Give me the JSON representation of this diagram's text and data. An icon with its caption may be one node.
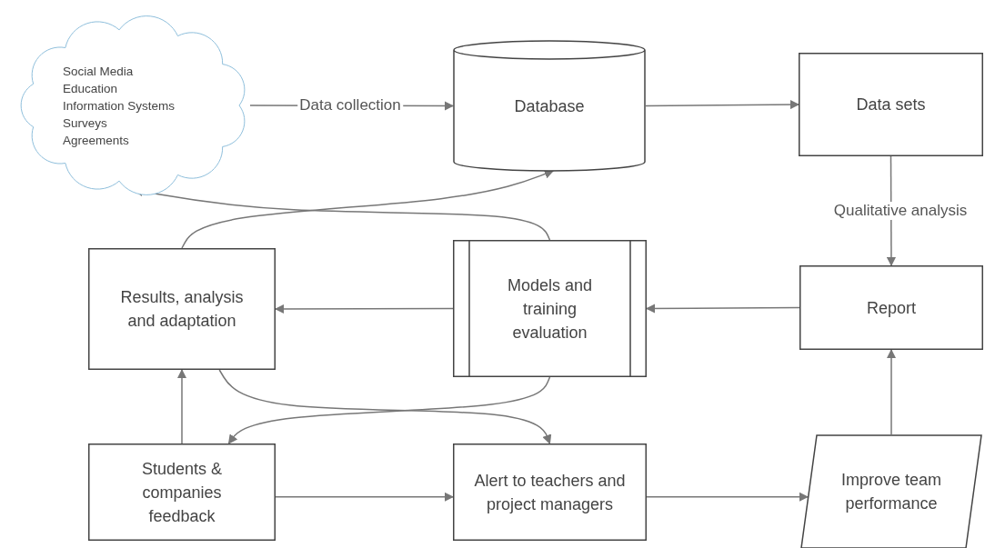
{
  "diagram": {
    "nodes": [
      {
        "text": [
          "Social Media",
          "Education",
          "Information Systems",
          "Surveys",
          "Agreements"
        ]
      },
      {
        "text": [
          "Database"
        ]
      },
      {
        "text": [
          "Data sets"
        ]
      },
      {
        "text": [
          "Results, analysis and adaptation"
        ]
      },
      {
        "text": [
          "Models and training evaluation"
        ]
      },
      {
        "text": [
          "Report"
        ]
      },
      {
        "text": [
          "Students & companies feedback"
        ]
      },
      {
        "text": [
          "Alert to teachers and project managers"
        ]
      },
      {
        "text": [
          "Improve team performance"
        ]
      }
    ],
    "edges": [
      {
        "from": 0,
        "to": 1,
        "arrow": "to",
        "label": "Data collection"
      },
      {
        "from": 1,
        "to": 2,
        "arrow": "to"
      },
      {
        "from": 2,
        "to": 5,
        "arrow": "to",
        "label": "Qualitative analysis"
      },
      {
        "from": 5,
        "to": 4,
        "arrow": "to"
      },
      {
        "from": 4,
        "to": 3,
        "arrow": "to"
      },
      {
        "from": 4,
        "to": 0,
        "arrow": "to"
      },
      {
        "from": 3,
        "to": 1,
        "arrow": "to"
      },
      {
        "from": 6,
        "to": 3,
        "arrow": "to"
      },
      {
        "from": 3,
        "to": 7,
        "arrow": "to"
      },
      {
        "from": 4,
        "to": 6,
        "arrow": "to"
      },
      {
        "from": 6,
        "to": 7,
        "arrow": "to"
      },
      {
        "from": 7,
        "to": 8,
        "arrow": "to"
      },
      {
        "from": 8,
        "to": 5,
        "arrow": "to"
      }
    ]
  }
}
